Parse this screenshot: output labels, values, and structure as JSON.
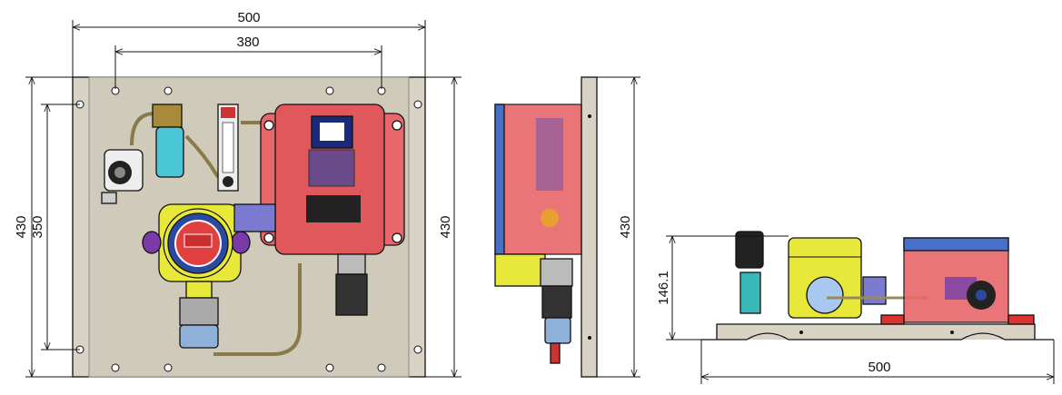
{
  "front_view": {
    "width_dim": "500",
    "hole_spacing_dim": "380",
    "height_dim": "430",
    "hole_vertical_dim": "350"
  },
  "side_view": {
    "height_dim": "430"
  },
  "bottom_view": {
    "height_dim": "146.1",
    "width_dim": "500"
  },
  "colors": {
    "plate": "#d8d3c4",
    "junction_box": "#e8676a",
    "detector": "#e8e83a",
    "sensor": "#8fb0d8",
    "enclosure_lid": "#4a6fc9"
  }
}
